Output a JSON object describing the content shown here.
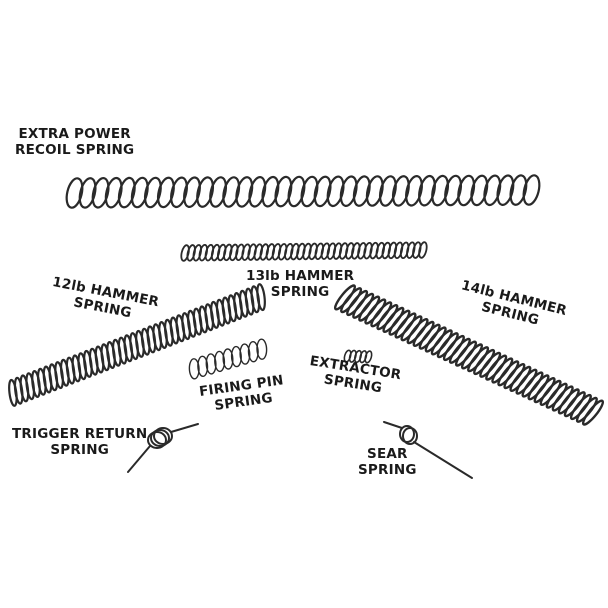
{
  "background": "#ffffff",
  "spring_color": "#2a2a2a",
  "label_color": "#1a1a1a",
  "labels": {
    "recoil": {
      "line1": "EXTRA POWER",
      "line2": "RECOIL SPRING"
    },
    "hammer13": {
      "line1": "13lb HAMMER",
      "line2": "SPRING"
    },
    "hammer12": {
      "line1": "12lb HAMMER",
      "line2": "SPRING"
    },
    "hammer14": {
      "line1": "14lb HAMMER",
      "line2": "SPRING"
    },
    "firing_pin": {
      "line1": "FIRING PIN",
      "line2": "SPRING"
    },
    "extractor": {
      "line1": "EXTRACTOR",
      "line2": "SPRING"
    },
    "trigger_return": {
      "line1": "TRIGGER RETURN",
      "line2": "SPRING"
    },
    "sear": {
      "line1": "SEAR",
      "line2": "SPRING"
    }
  }
}
